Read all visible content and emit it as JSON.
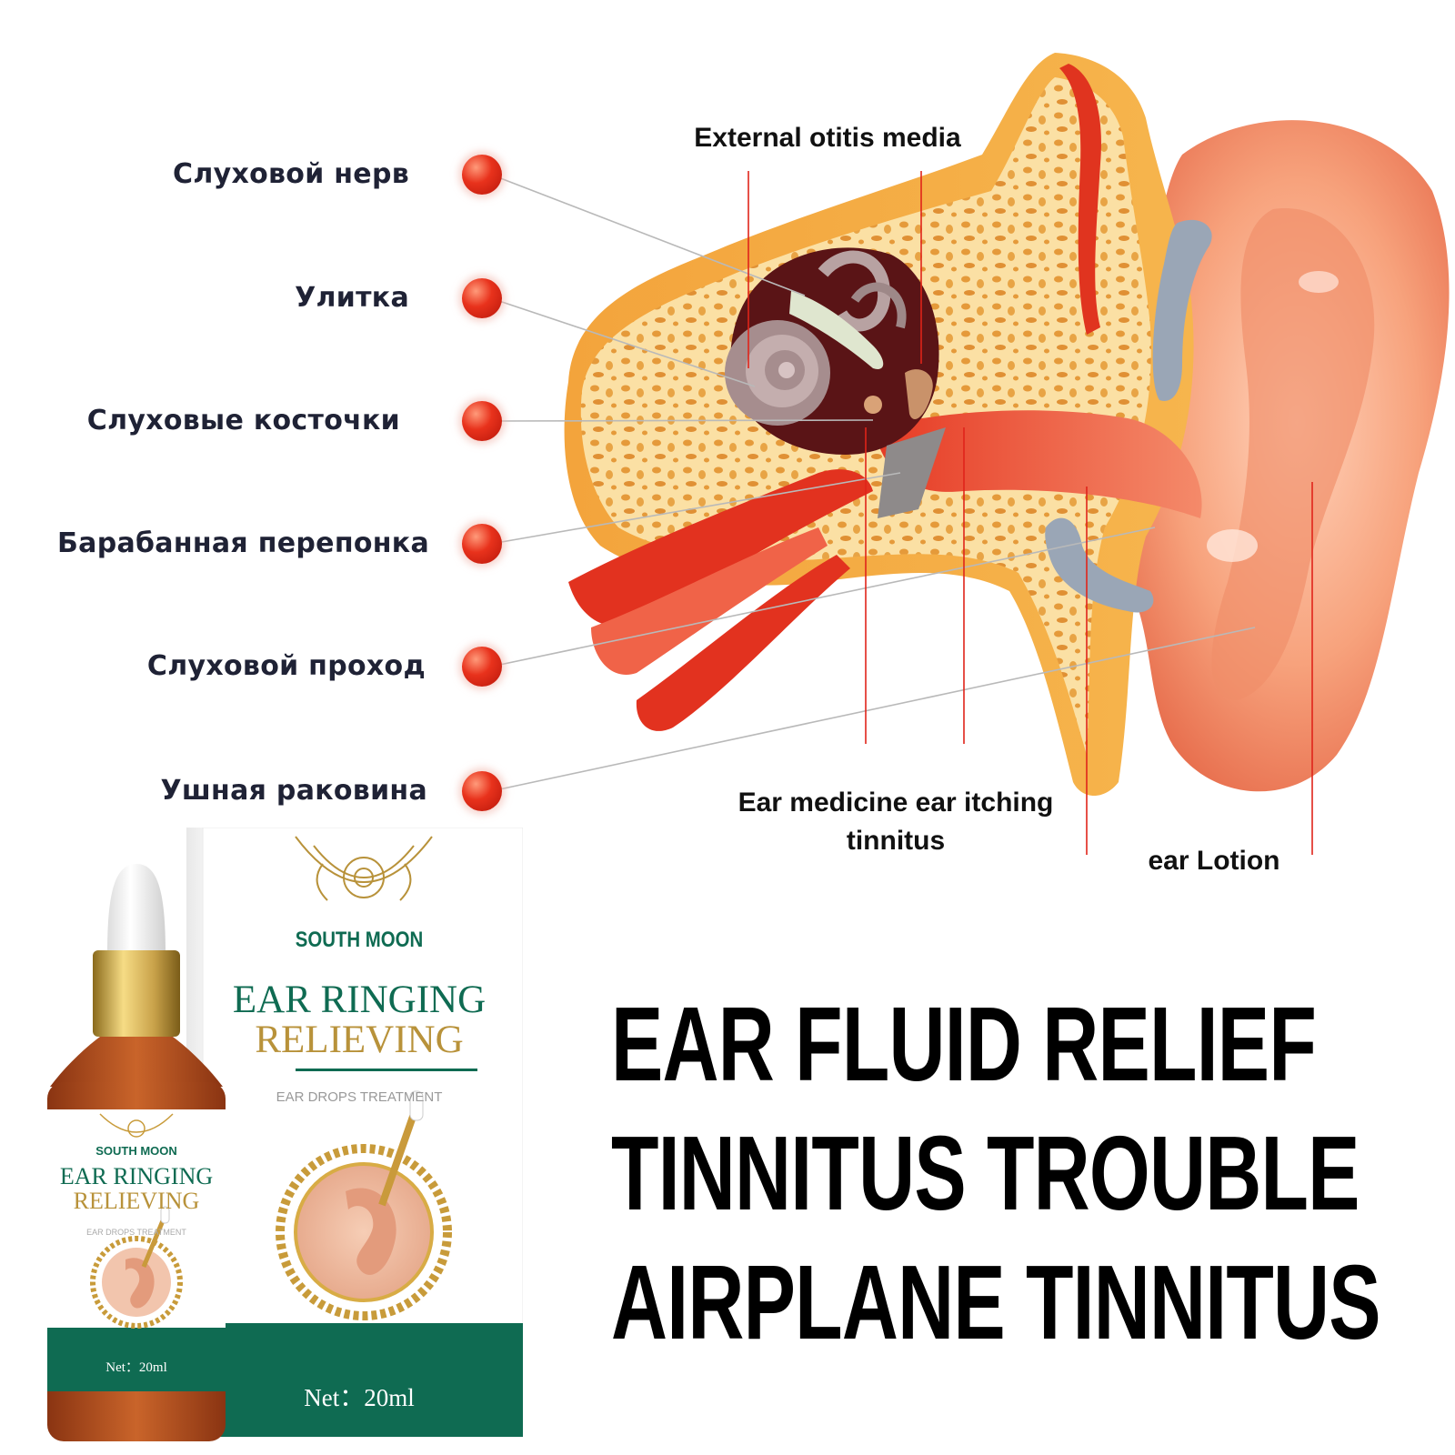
{
  "ear_parts": [
    {
      "label": "Слуховой нерв"
    },
    {
      "label": "Улитка"
    },
    {
      "label": "Слуховые косточки"
    },
    {
      "label": "Барабанная перепонка"
    },
    {
      "label": "Слуховой проход"
    },
    {
      "label": "Ушная раковина"
    }
  ],
  "callouts": {
    "top": "External otitis media",
    "bottom_left_line1": "Ear medicine ear itching",
    "bottom_left_line2": "tinnitus",
    "bottom_right": "ear Lotion"
  },
  "product_box": {
    "brand": "SOUTH MOON",
    "title_line1": "EAR RINGING",
    "title_line2": "RELIEVING",
    "subtitle": "EAR DROPS TREATMENT",
    "net": "Net：20ml"
  },
  "product_bottle": {
    "brand": "SOUTH MOON",
    "title_line1": "EAR RINGING",
    "title_line2": "RELIEVING",
    "subtitle": "EAR DROPS TREATMENT",
    "net": "Net：20ml"
  },
  "headline": {
    "line1": "EAR FLUID RELIEF",
    "line2": "TINNITUS TROUBLE",
    "line3": "AIRPLANE TINNITUS"
  },
  "colors": {
    "accent_green": "#0f6b52",
    "accent_gold": "#b8923a",
    "dot_red": "#d8261a",
    "bone_orange": "#f2a640"
  }
}
